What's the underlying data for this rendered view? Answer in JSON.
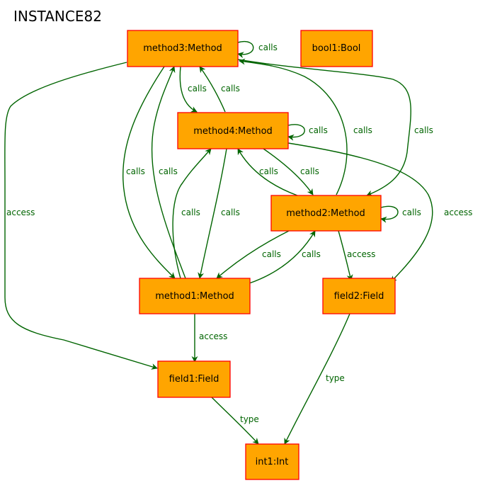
{
  "title": "INSTANCE82",
  "colors": {
    "node_fill": "#ffa500",
    "node_border": "#ff0000",
    "edge": "#006400"
  },
  "nodes": {
    "method3": "method3:Method",
    "bool1": "bool1:Bool",
    "method4": "method4:Method",
    "method2": "method2:Method",
    "method1": "method1:Method",
    "field2": "field2:Field",
    "field1": "field1:Field",
    "int1": "int1:Int"
  },
  "edges": [
    {
      "from": "method3",
      "to": "method3",
      "label": "calls"
    },
    {
      "from": "method3",
      "to": "method4",
      "label": "calls"
    },
    {
      "from": "method4",
      "to": "method3",
      "label": "calls"
    },
    {
      "from": "method4",
      "to": "method4",
      "label": "calls"
    },
    {
      "from": "method2",
      "to": "method3",
      "label": "calls"
    },
    {
      "from": "method3",
      "to": "method2",
      "label": "calls"
    },
    {
      "from": "method3",
      "to": "method1",
      "label": "calls"
    },
    {
      "from": "method1",
      "to": "method3",
      "label": "calls"
    },
    {
      "from": "method1",
      "to": "method4",
      "label": "calls"
    },
    {
      "from": "method4",
      "to": "method1",
      "label": "calls"
    },
    {
      "from": "method2",
      "to": "method4",
      "label": "calls"
    },
    {
      "from": "method4",
      "to": "method2",
      "label": "calls"
    },
    {
      "from": "method2",
      "to": "method2",
      "label": "calls"
    },
    {
      "from": "method2",
      "to": "method1",
      "label": "calls"
    },
    {
      "from": "method1",
      "to": "method2",
      "label": "calls"
    },
    {
      "from": "method3",
      "to": "field1",
      "label": "access"
    },
    {
      "from": "method4",
      "to": "field2",
      "label": "access"
    },
    {
      "from": "method2",
      "to": "field2",
      "label": "access"
    },
    {
      "from": "method1",
      "to": "field1",
      "label": "access"
    },
    {
      "from": "field1",
      "to": "int1",
      "label": "type"
    },
    {
      "from": "field2",
      "to": "int1",
      "label": "type"
    }
  ]
}
